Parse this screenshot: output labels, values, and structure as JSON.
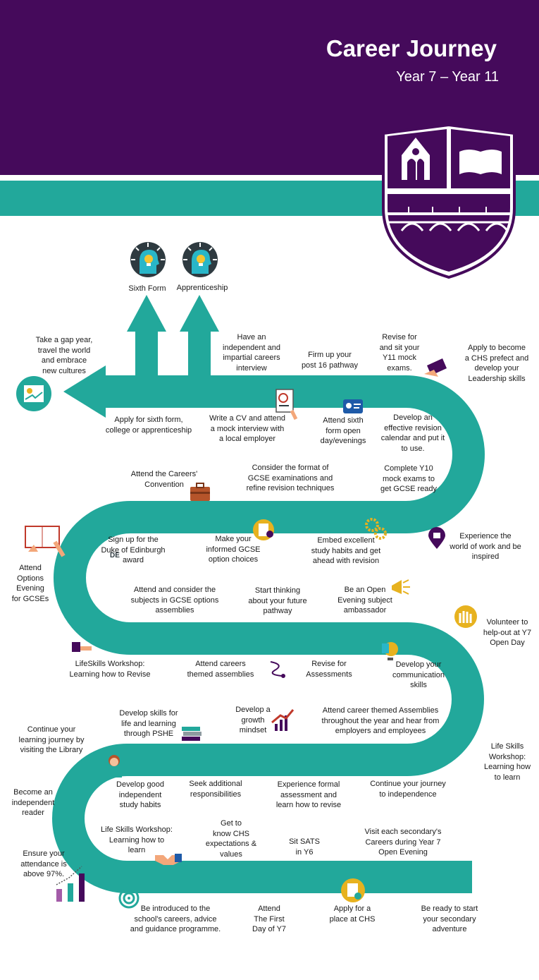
{
  "header": {
    "title": "Career Journey",
    "subtitle": "Year 7 – Year 11"
  },
  "colors": {
    "purple": "#450a5b",
    "teal": "#22a89b",
    "gold": "#e7b21f",
    "icon_dark": "#2e3a40"
  },
  "destinations": [
    {
      "label": "Sixth Form",
      "icon": "lightbulb-head-icon"
    },
    {
      "label": "Apprenticeship",
      "icon": "lightbulb-head-icon"
    }
  ],
  "steps": {
    "gap_year": "Take a gap year,\ntravel the world\nand embrace\nnew cultures",
    "careers_interview": "Have an\nindependent and\nimpartial careers\ninterview",
    "firm_up": "Firm up your\npost 16 pathway",
    "revise_y11": "Revise for\nand sit your\nY11 mock\nexams.",
    "prefect": "Apply to become\na CHS prefect and\ndevelop your\nLeadership skills",
    "apply_sixth": "Apply for sixth form,\ncollege or apprenticeship",
    "cv": "Write a CV and attend\na mock interview with\na local employer",
    "open_day": "Attend sixth\nform open\nday/evenings",
    "revision_calendar": "Develop an\neffective revision\ncalendar and put it\nto use.",
    "careers_convention": "Attend the Careers'\nConvention",
    "gcse_format": "Consider the format of\nGCSE examinations and\nrefine revision techniques",
    "y10_mocks": "Complete Y10\nmock exams to\nget GCSE ready",
    "options_evening": "Attend\nOptions\nEvening\nfor GCSEs",
    "duke": "Sign up for the\nDuke of Edinburgh\naward",
    "option_choices": "Make your\ninformed GCSE\noption choices",
    "study_habits_y9": "Embed excellent\nstudy habits and get\nahead with revision",
    "world_of_work": "Experience the\nworld of work and be\ninspired",
    "options_assemblies": "Attend and consider the\nsubjects in GCSE options\nassemblies",
    "future_pathway": "Start thinking\nabout your future\npathway",
    "ambassador": "Be an Open\nEvening subject\nambassador",
    "volunteer": "Volunteer to\nhelp-out at Y7\nOpen Day",
    "lifeskills_revise": "LifeSkills Workshop:\nLearning how to Revise",
    "careers_assemblies": "Attend careers\nthemed assemblies",
    "revise_assessments": "Revise for\nAssessments",
    "communication": "Develop your\ncommunication\nskills",
    "pshe": "Develop skills for\nlife and learning\nthrough PSHE",
    "growth_mindset": "Develop a\ngrowth\nmindset",
    "career_assemblies_year": "Attend career themed Assemblies\nthroughout the year and hear from\nemployers and employees",
    "library": "Continue your\nlearning journey by\nvisiting the Library",
    "lifeskills_learn_right": "Life Skills\nWorkshop:\nLearning how\nto learn",
    "independent_reader": "Become an\nindependent\nreader",
    "good_study_habits": "Develop good\nindependent\nstudy habits",
    "responsibilities": "Seek additional\nresponsibilities",
    "formal_assessment": "Experience formal\nassessment and\nlearn how to revise",
    "independence": "Continue your journey\nto independence",
    "attendance": "Ensure your\nattendance is\nabove 97%.",
    "lifeskills_learn_left": "Life Skills Workshop:\nLearning how to\nlearn",
    "expectations": "Get to\nknow CHS\nexpectations &\nvalues",
    "sats": "Sit SATS\nin Y6",
    "visit_secondary": "Visit each secondary's\nCareers during Year 7\nOpen Evening",
    "introduced": "Be introduced to the\nschool's careers, advice\nand guidance programme.",
    "first_day": "Attend\nThe First\nDay of Y7",
    "apply_place": "Apply for a\nplace at CHS",
    "ready": "Be ready to start\nyour secondary\nadventure"
  },
  "icon_labels": {
    "duke_logo": "DE"
  }
}
